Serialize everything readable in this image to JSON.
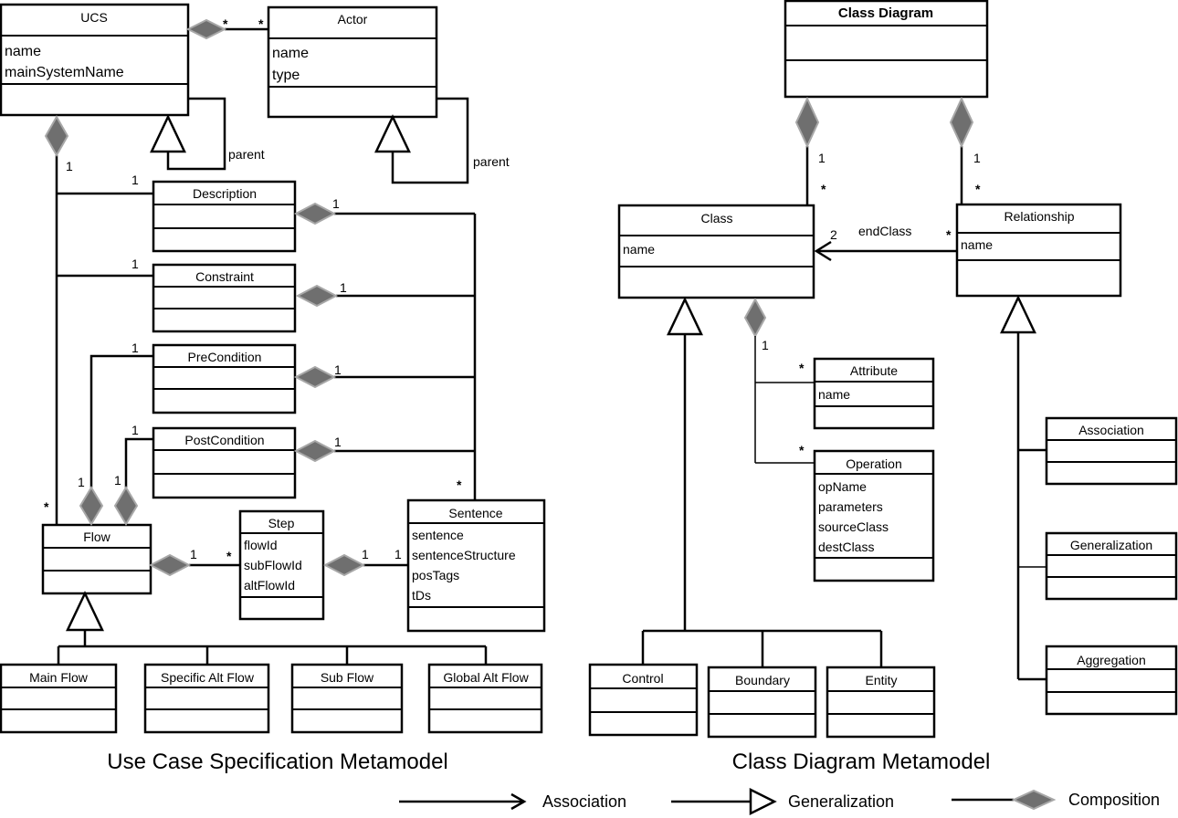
{
  "left_title": "Use Case Specification Metamodel",
  "right_title": "Class Diagram Metamodel",
  "legend": {
    "association": "Association",
    "generalization": "Generalization",
    "composition": "Composition"
  },
  "classes": {
    "ucs": {
      "name": "UCS",
      "attributes": [
        "name",
        "mainSystemName"
      ]
    },
    "actor": {
      "name": "Actor",
      "attributes": [
        "name",
        "type"
      ]
    },
    "description": {
      "name": "Description"
    },
    "constraint": {
      "name": "Constraint"
    },
    "precondition": {
      "name": "PreCondition"
    },
    "postcondition": {
      "name": "PostCondition"
    },
    "flow": {
      "name": "Flow"
    },
    "step": {
      "name": "Step",
      "attributes": [
        "flowId",
        "subFlowId",
        "altFlowId"
      ]
    },
    "sentence": {
      "name": "Sentence",
      "attributes": [
        "sentence",
        "sentenceStructure",
        "posTags",
        "tDs"
      ]
    },
    "mainflow": {
      "name": "Main Flow"
    },
    "specificaltflow": {
      "name": "Specific Alt Flow"
    },
    "subflow": {
      "name": "Sub Flow"
    },
    "globalaltflow": {
      "name": "Global Alt Flow"
    },
    "classdiagram": {
      "name": "Class Diagram"
    },
    "class": {
      "name": "Class",
      "attributes": [
        "name"
      ]
    },
    "relationship": {
      "name": "Relationship",
      "attributes": [
        "name"
      ]
    },
    "attribute": {
      "name": "Attribute",
      "attributes": [
        "name"
      ]
    },
    "operation": {
      "name": "Operation",
      "attributes": [
        "opName",
        "parameters",
        "sourceClass",
        "destClass"
      ]
    },
    "control": {
      "name": "Control"
    },
    "boundary": {
      "name": "Boundary"
    },
    "entity": {
      "name": "Entity"
    },
    "association": {
      "name": "Association"
    },
    "generalization": {
      "name": "Generalization"
    },
    "aggregation": {
      "name": "Aggregation"
    }
  },
  "labels": {
    "star": "*",
    "one": "1",
    "two": "2",
    "parent": "parent",
    "endClass": "endClass"
  }
}
